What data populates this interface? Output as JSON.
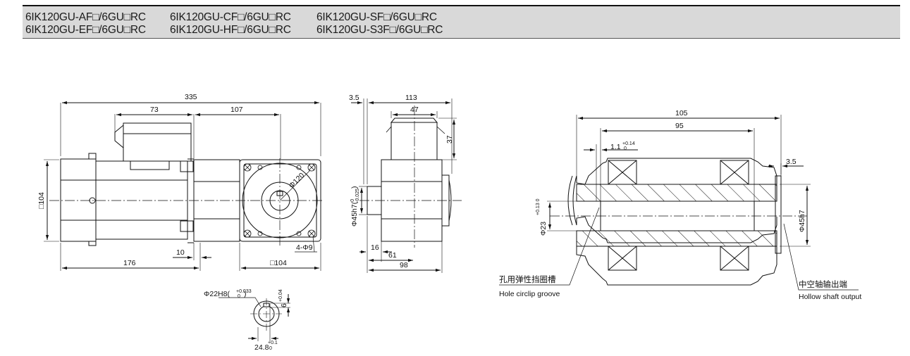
{
  "models": [
    [
      "6IK120GU-AF□/6GU□RC",
      "6IK120GU-CF□/6GU□RC",
      "6IK120GU-SF□/6GU□RC"
    ],
    [
      "6IK120GU-EF□/6GU□RC",
      "6IK120GU-HF□/6GU□RC",
      "6IK120GU-S3F□/6GU□RC"
    ]
  ],
  "side_view": {
    "overall_length": "335",
    "terminal_box_length": "73",
    "gearhead_length": "107",
    "motor_length": "176",
    "spigot": "10",
    "motor_square": "□104"
  },
  "front_view": {
    "pcd": "Φ120",
    "mounting_holes": "4-Φ9",
    "flange_square": "□104"
  },
  "shaft_section": {
    "bore": "Φ22H8(",
    "bore_tol_upper": "+0.033",
    "bore_tol_lower": "0",
    "keyway_width": "6",
    "keyway_tol_upper": "+0.04",
    "keyway_tol_lower": "0",
    "keyway_depth": "24.8",
    "depth_tol_upper": "+0.1",
    "depth_tol_lower": "0"
  },
  "end_view": {
    "offset": "3.5",
    "width": "113",
    "box_width": "47",
    "box_height": "37",
    "pilot": "Φ45h7(",
    "pilot_tol_upper": "0",
    "pilot_tol_lower": "-0.025",
    "pilot_close": ")",
    "pilot_len": "16",
    "to_center": "61",
    "depth": "98"
  },
  "hollow_shaft": {
    "total": "105",
    "inner": "95",
    "groove_offset": "1.1",
    "groove_tol_upper": "+0.14",
    "groove_tol_lower": "0",
    "flange": "3.5",
    "bore": "Φ23",
    "bore_tol": "+0.13 0",
    "outer": "Φ45h7",
    "label_groove_cn": "孔用弹性挡圈槽",
    "label_groove_en": "Hole circlip groove",
    "label_output_cn": "中空轴输出端",
    "label_output_en": "Hollow shaft output"
  }
}
